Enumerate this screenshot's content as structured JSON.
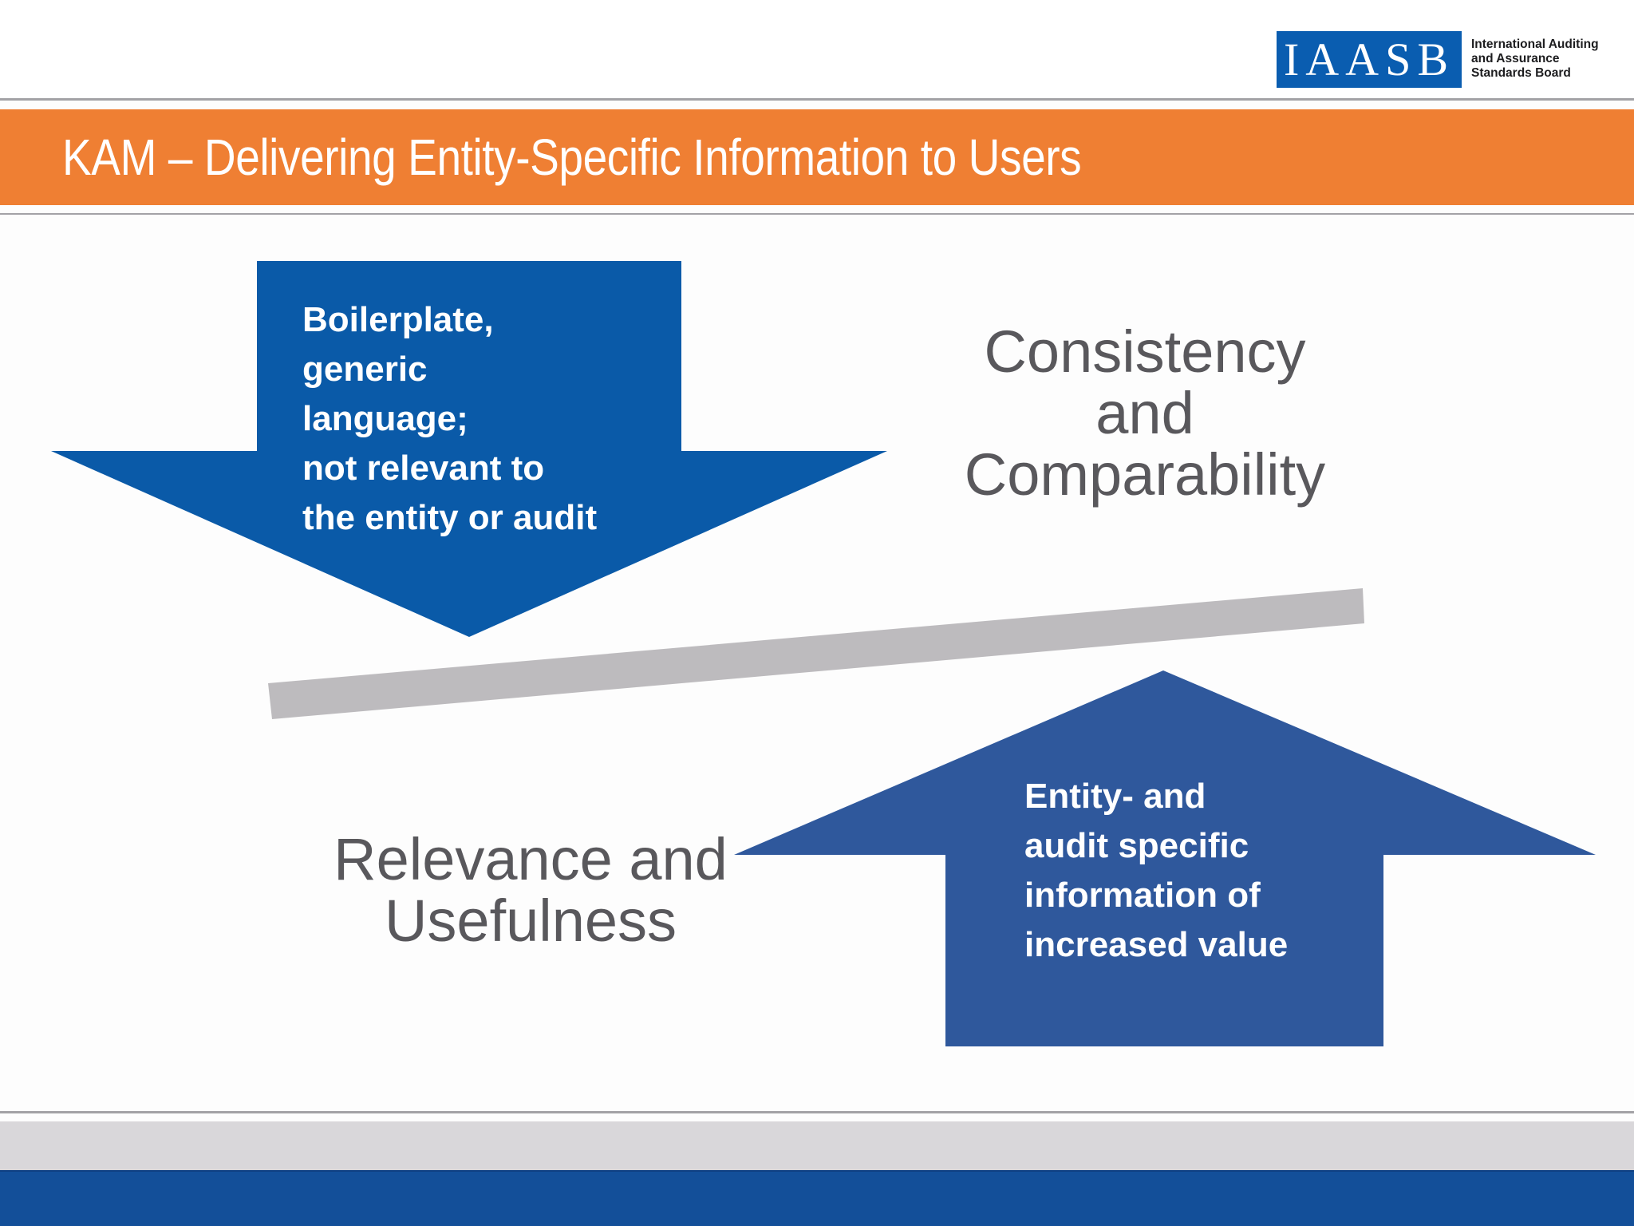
{
  "header": {
    "logo": {
      "mark": "IAASB",
      "name_lines": [
        "International Auditing",
        "and Assurance",
        "Standards Board"
      ],
      "box_color": "#0a5db0"
    }
  },
  "title_bar": {
    "title": "KAM – Delivering Entity-Specific Information to Users",
    "color": "#ef7f33"
  },
  "diagram": {
    "down_arrow": {
      "lines": [
        "Boilerplate,",
        "generic",
        "language;",
        "not relevant to",
        "the entity or audit"
      ],
      "color": "#0a5aa8"
    },
    "up_arrow": {
      "lines": [
        "Entity- and",
        "audit specific",
        "information of",
        "increased value"
      ],
      "color": "#2f589c"
    },
    "upper_label": {
      "lines": [
        "Consistency",
        "and",
        "Comparability"
      ]
    },
    "lower_label": {
      "lines": [
        "Relevance and",
        "Usefulness"
      ]
    },
    "balance_beam": {
      "color": "#bdbbbe"
    }
  },
  "footer": {
    "band_gray": "#d9d7da",
    "band_blue": "#134f99"
  }
}
